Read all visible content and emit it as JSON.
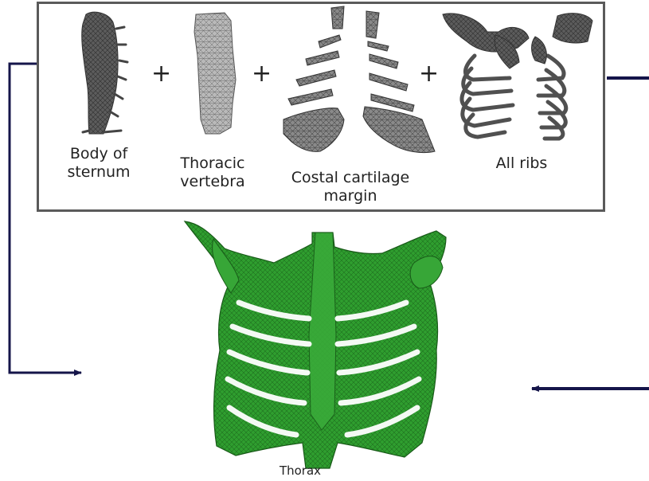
{
  "components": [
    {
      "id": "body-of-sternum",
      "label": "Body of\nsternum"
    },
    {
      "id": "thoracic-vertebra",
      "label": "Thoracic\nvertebra"
    },
    {
      "id": "costal-cartilage-margin",
      "label": "Costal cartilage\nmargin"
    },
    {
      "id": "all-ribs",
      "label": "All ribs"
    }
  ],
  "operator": "+",
  "result_label": "Thorax",
  "colors": {
    "frame": "#5a5a5a",
    "mesh_grey": "#6e6e6e",
    "mesh_dark": "#3f3f3f",
    "thorax_green": "#2e9a2e",
    "thorax_dark": "#1c6a1c",
    "arrow": "#15154a"
  }
}
